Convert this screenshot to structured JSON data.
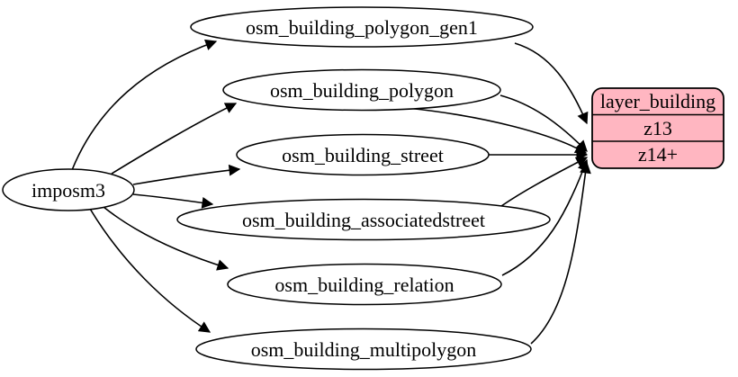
{
  "diagram": {
    "type": "graphviz-etl-flow",
    "background_color": "#ffffff",
    "edge_color": "#000000",
    "source_node": {
      "label": "imposm3"
    },
    "table_nodes": [
      {
        "label": "osm_building_polygon_gen1"
      },
      {
        "label": "osm_building_polygon"
      },
      {
        "label": "osm_building_street"
      },
      {
        "label": "osm_building_associatedstreet"
      },
      {
        "label": "osm_building_relation"
      },
      {
        "label": "osm_building_multipolygon"
      }
    ],
    "layer_node": {
      "title": "layer_building",
      "rows": [
        {
          "label": "z13"
        },
        {
          "label": "z14+"
        }
      ],
      "fill_color": "#ffb6c1",
      "stroke_color": "#000000"
    },
    "edges": [
      {
        "from": "imposm3",
        "to": "osm_building_polygon_gen1"
      },
      {
        "from": "imposm3",
        "to": "osm_building_polygon"
      },
      {
        "from": "imposm3",
        "to": "osm_building_street"
      },
      {
        "from": "imposm3",
        "to": "osm_building_associatedstreet"
      },
      {
        "from": "imposm3",
        "to": "osm_building_relation"
      },
      {
        "from": "imposm3",
        "to": "osm_building_multipolygon"
      },
      {
        "from": "osm_building_polygon_gen1",
        "to": "layer_building:z13"
      },
      {
        "from": "osm_building_polygon",
        "to": "layer_building:z14+"
      },
      {
        "from": "osm_building_polygon",
        "to": "layer_building:z14+"
      },
      {
        "from": "osm_building_street",
        "to": "layer_building:z14+"
      },
      {
        "from": "osm_building_associatedstreet",
        "to": "layer_building:z14+"
      },
      {
        "from": "osm_building_relation",
        "to": "layer_building:z14+"
      },
      {
        "from": "osm_building_multipolygon",
        "to": "layer_building:z14+"
      }
    ]
  }
}
